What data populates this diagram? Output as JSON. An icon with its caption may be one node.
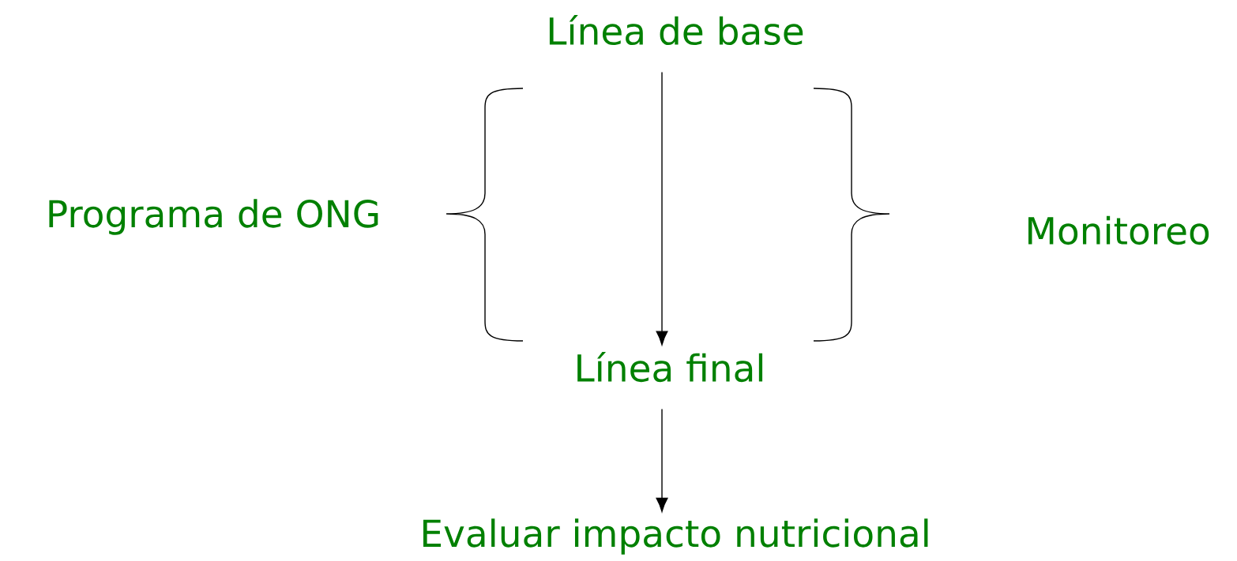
{
  "diagram": {
    "nodes": [
      {
        "text": [
          "Línea de base"
        ]
      },
      {
        "text": [
          "Programa de ONG"
        ]
      },
      {
        "text": [
          "Monitoreo"
        ]
      },
      {
        "text": [
          "Línea final"
        ]
      },
      {
        "text": [
          "Evaluar impacto nutricional"
        ]
      }
    ],
    "edges": [
      {
        "from": 0,
        "to": 3,
        "arrow": "to"
      },
      {
        "from": 3,
        "to": 4,
        "arrow": "to"
      }
    ]
  }
}
